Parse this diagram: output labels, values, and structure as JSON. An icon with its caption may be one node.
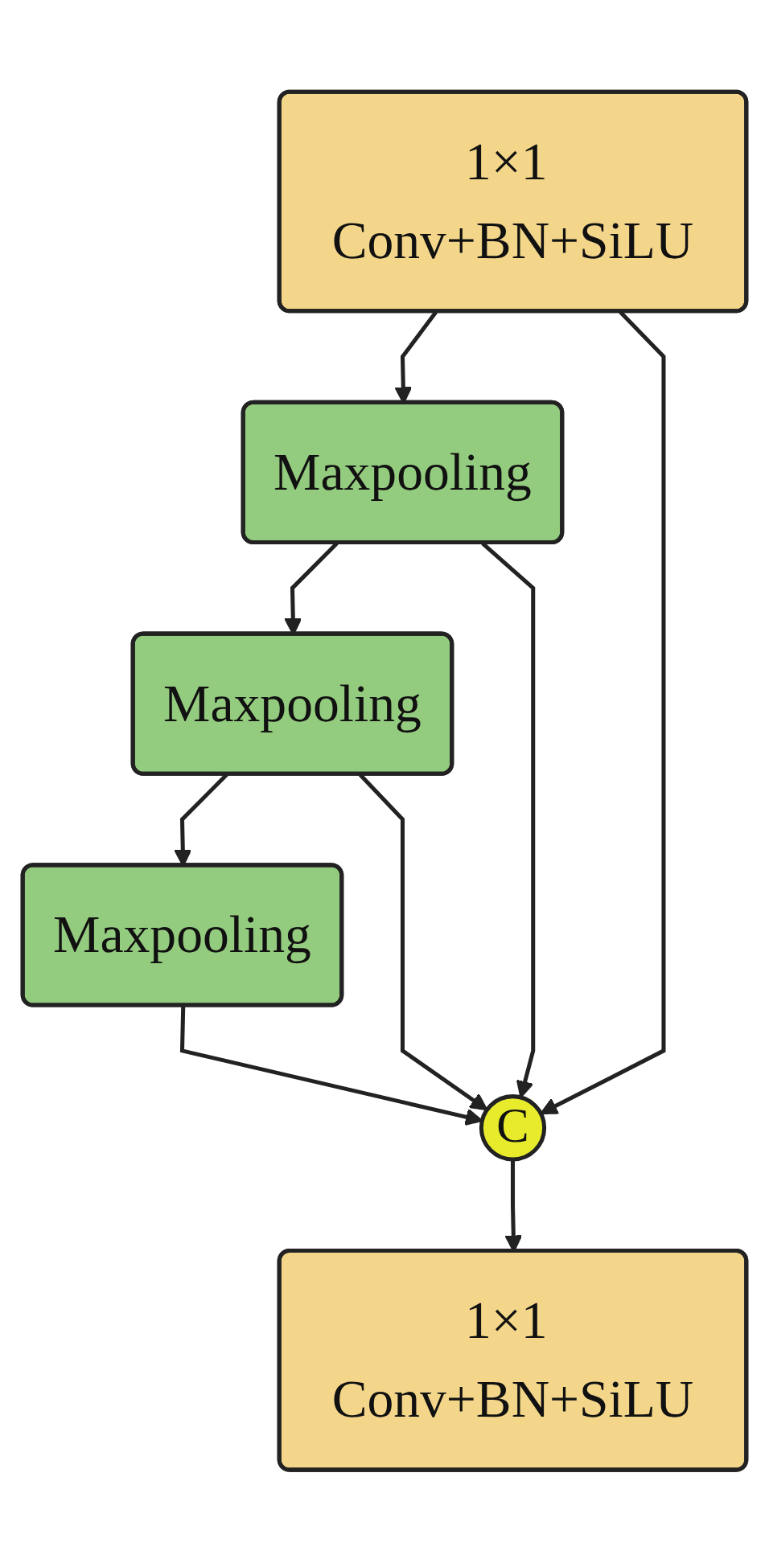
{
  "diagram": {
    "nodes": [
      {
        "text": [
          "1×1 Conv+BN+SiLU"
        ]
      },
      {
        "text": [
          "Maxpooling"
        ]
      },
      {
        "text": [
          "Maxpooling"
        ]
      },
      {
        "text": [
          "Maxpooling"
        ]
      },
      {
        "text": [
          "C"
        ]
      },
      {
        "text": [
          "1×1 Conv+BN+SiLU"
        ]
      }
    ],
    "edges": [
      {
        "from": 0,
        "to": 1,
        "arrow": "to"
      },
      {
        "from": 1,
        "to": 2,
        "arrow": "to"
      },
      {
        "from": 2,
        "to": 3,
        "arrow": "to"
      },
      {
        "from": 3,
        "to": 4,
        "arrow": "to"
      },
      {
        "from": 0,
        "to": 4,
        "arrow": "to"
      },
      {
        "from": 1,
        "to": 4,
        "arrow": "to"
      },
      {
        "from": 2,
        "to": 4,
        "arrow": "to"
      },
      {
        "from": 4,
        "to": 5,
        "arrow": "to"
      }
    ]
  }
}
